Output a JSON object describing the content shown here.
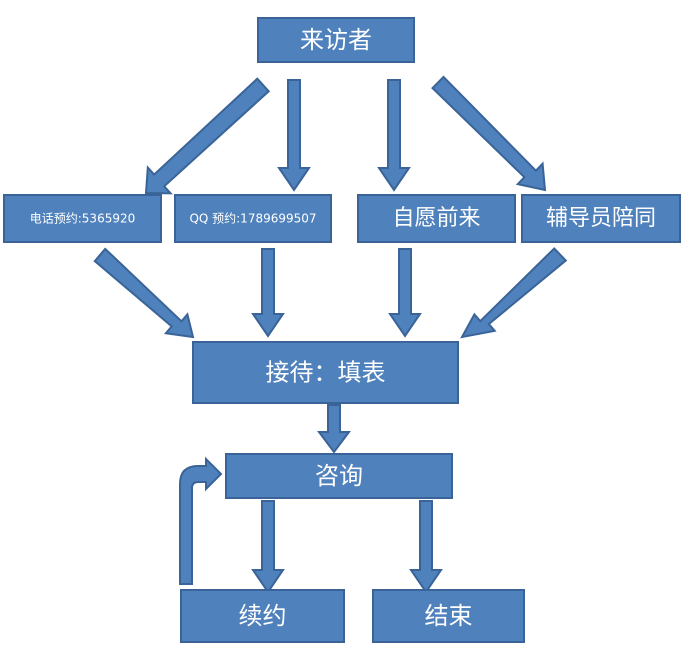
{
  "colors": {
    "box_fill": "#4f81bd",
    "box_stroke": "#3a6497",
    "arrow_fill": "#4f81bd",
    "arrow_stroke": "#3a6497",
    "text": "#ffffff"
  },
  "nodes": {
    "visitor": "来访者",
    "phone": "电话预约:5365920",
    "qq": "QQ 预约:1789699507",
    "walkin": "自愿前来",
    "counselor": "辅导员陪同",
    "reception": "接待：填表",
    "consult": "咨询",
    "renew": "续约",
    "end": "结束"
  }
}
